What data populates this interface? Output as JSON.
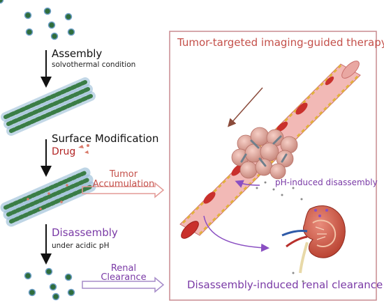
{
  "steps": {
    "assembly": "Assembly",
    "assembly_sub": "solvothermal condition",
    "surface": "Surface Modification",
    "drug": "Drug",
    "disassembly": "Disassembly",
    "disassembly_sub": "under acidic pH"
  },
  "flows": {
    "tumor_line1": "Tumor",
    "tumor_line2": "Accumulation",
    "renal_line1": "Renal",
    "renal_line2": "Clearance"
  },
  "panel": {
    "title": "Tumor-targeted imaging-guided therapy",
    "ph_label": "pH-induced disassembly",
    "bottom_label": "Disassembly-induced renal clearance"
  },
  "colors": {
    "panel_border": "#c98a8f",
    "tumor_text": "#c4504a",
    "purple_text": "#7a3aa6",
    "vessel": "#f2b9b6",
    "rbc": "#c9302c",
    "nanorod": "#3a7d46"
  }
}
